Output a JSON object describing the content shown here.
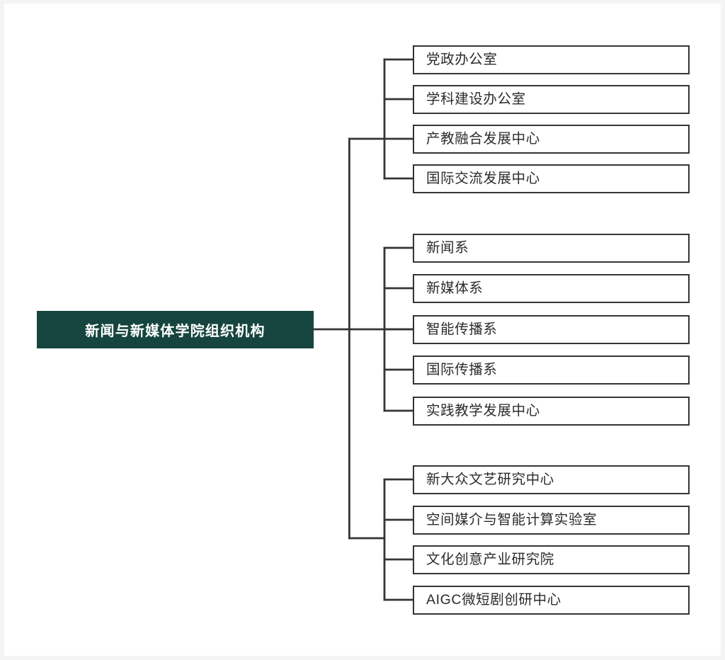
{
  "diagram": {
    "type": "org-chart",
    "title": "新闻与新媒体学院组织机构",
    "orientation": "left-to-right",
    "colors": {
      "root_fill": "#16453F",
      "root_text": "#ffffff",
      "leaf_border": "#383335",
      "leaf_fill": "#ffffff",
      "leaf_text": "#2b2b2b",
      "connector": "#383335",
      "page_background": "#f4f4f4",
      "card_background": "#ffffff"
    },
    "root": {
      "label": "新闻与新媒体学院组织机构"
    },
    "groups": [
      {
        "group_name": "administrative-offices",
        "items": [
          {
            "label": "党政办公室"
          },
          {
            "label": "学科建设办公室"
          },
          {
            "label": "产教融合发展中心"
          },
          {
            "label": "国际交流发展中心"
          }
        ]
      },
      {
        "group_name": "academic-departments",
        "items": [
          {
            "label": "新闻系"
          },
          {
            "label": "新媒体系"
          },
          {
            "label": "智能传播系"
          },
          {
            "label": "国际传播系"
          },
          {
            "label": "实践教学发展中心"
          }
        ]
      },
      {
        "group_name": "research-institutes",
        "items": [
          {
            "label": "新大众文艺研究中心"
          },
          {
            "label": "空间媒介与智能计算实验室"
          },
          {
            "label": "文化创意产业研究院"
          },
          {
            "label": "AIGC微短剧创研中心"
          }
        ]
      }
    ]
  }
}
